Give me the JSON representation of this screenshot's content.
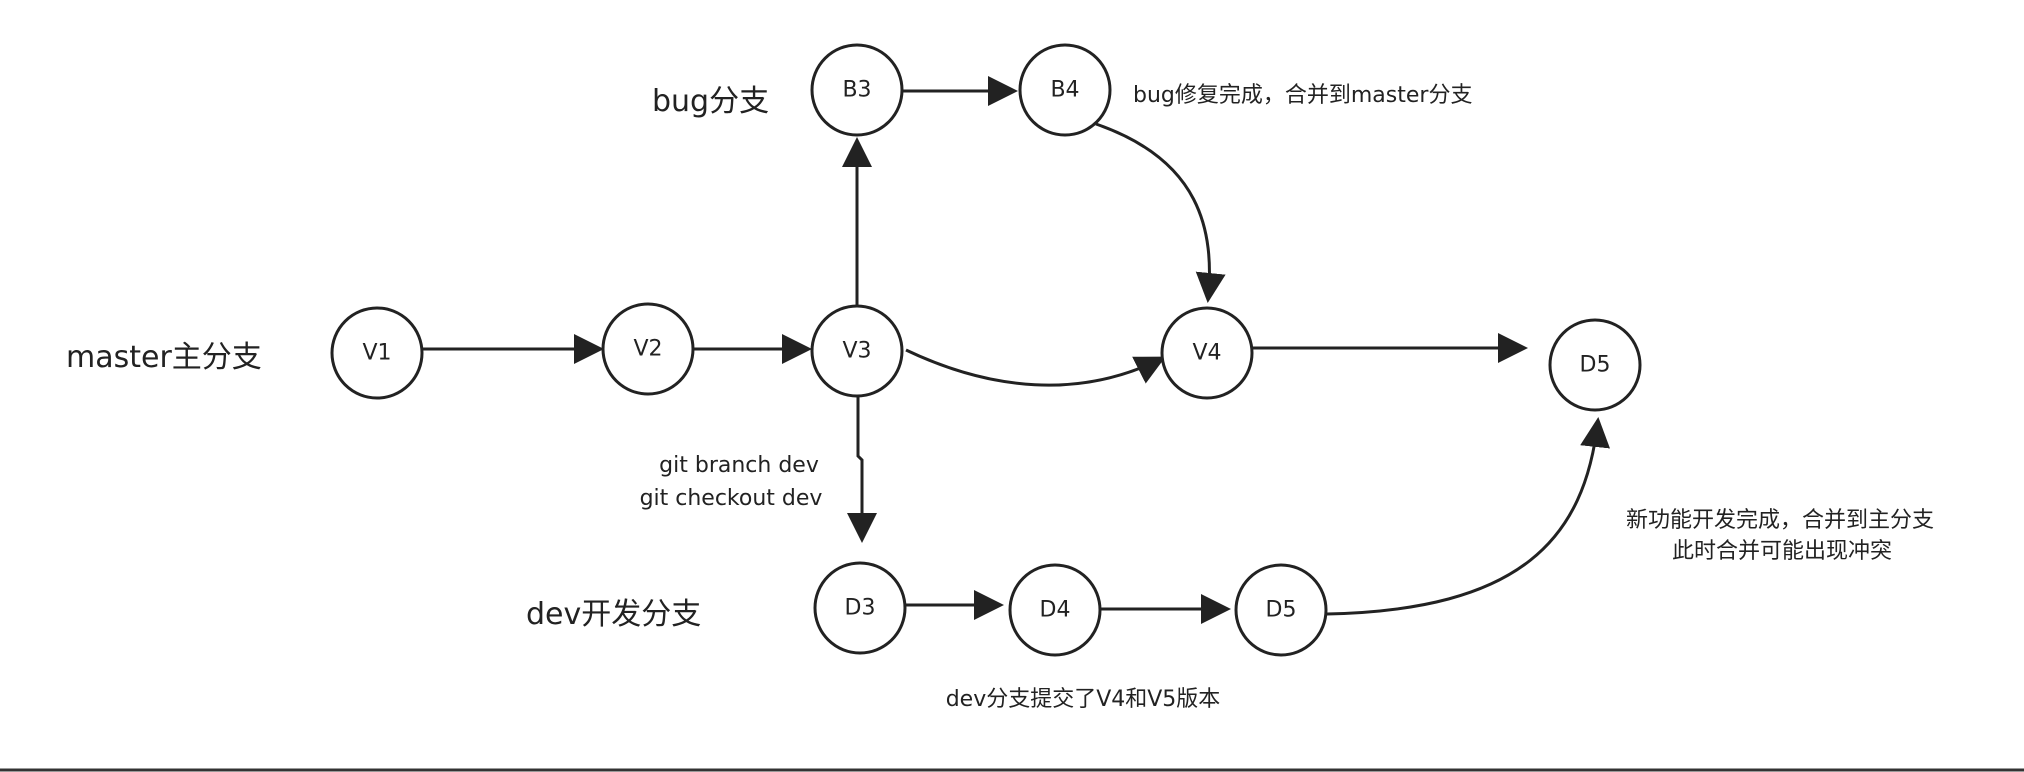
{
  "branches": {
    "master": "master主分支",
    "bug": "bug分支",
    "dev": "dev开发分支"
  },
  "nodes": {
    "v1": "V1",
    "v2": "V2",
    "v3": "V3",
    "v4": "V4",
    "d5_top": "D5",
    "b3": "B3",
    "b4": "B4",
    "d3": "D3",
    "d4": "D4",
    "d5_bottom": "D5"
  },
  "notes": {
    "bug_done": "bug修复完成，合并到master分支",
    "cmd_branch": "git branch dev",
    "cmd_checkout": "git checkout dev",
    "merge_line1": "新功能开发完成，合并到主分支",
    "merge_line2": "此时合并可能出现冲突",
    "dev_commits": "dev分支提交了V4和V5版本"
  }
}
